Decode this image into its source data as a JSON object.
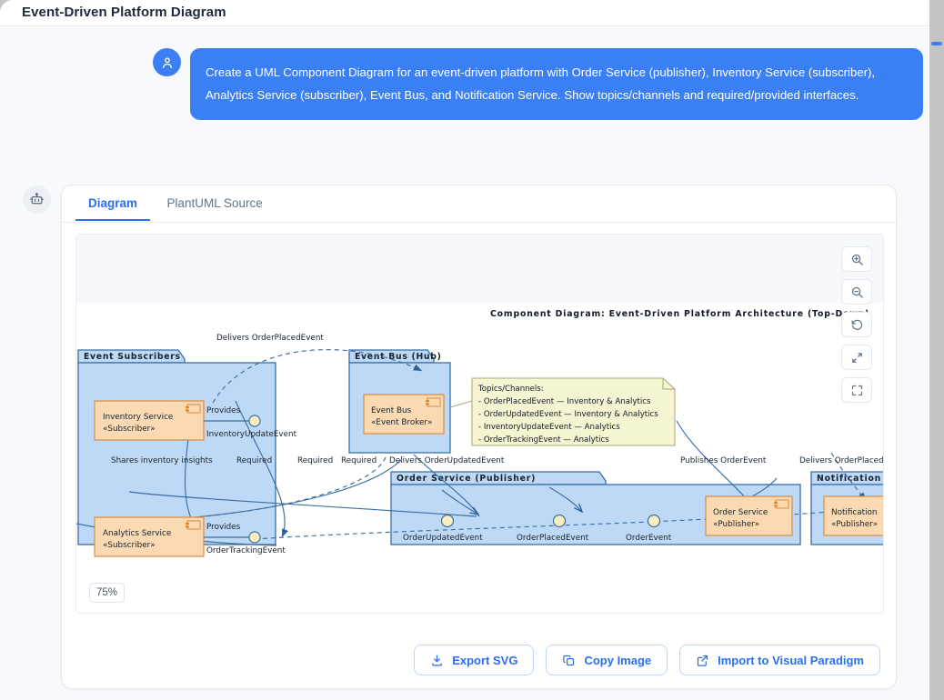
{
  "window": {
    "title": "Event-Driven Platform Diagram"
  },
  "conversation": {
    "user": {
      "avatar_icon": "user-icon",
      "message": "Create a UML Component Diagram for an event-driven platform with Order Service (publisher), Inventory Service (subscriber), Analytics Service (subscriber), Event Bus, and Notification Service. Show topics/channels and required/provided interfaces."
    },
    "assistant": {
      "avatar_icon": "robot-icon"
    }
  },
  "tabs": [
    {
      "label": "Diagram",
      "active": true
    },
    {
      "label": "PlantUML Source",
      "active": false
    }
  ],
  "canvas": {
    "zoom_label": "75%",
    "controls": [
      {
        "name": "zoom-in-button",
        "icon": "magnifier-plus-icon"
      },
      {
        "name": "zoom-out-button",
        "icon": "magnifier-minus-icon"
      },
      {
        "name": "reset-view-button",
        "icon": "rotate-ccw-icon"
      },
      {
        "name": "fit-to-screen-button",
        "icon": "expand-arrows-icon"
      },
      {
        "name": "fullscreen-button",
        "icon": "fullscreen-corners-icon"
      }
    ]
  },
  "diagram": {
    "title": "Component Diagram: Event-Driven Platform Architecture (Top-Down)",
    "packages": [
      {
        "id": "subscribers",
        "label": "Event Subscribers"
      },
      {
        "id": "eventbus",
        "label": "Event Bus (Hub)"
      },
      {
        "id": "orderservice",
        "label": "Order Service (Publisher)"
      },
      {
        "id": "notification",
        "label": "Notification S"
      }
    ],
    "components": [
      {
        "id": "inventory",
        "name": "Inventory Service",
        "stereotype": "«Subscriber»"
      },
      {
        "id": "analytics",
        "name": "Analytics Service",
        "stereotype": "«Subscriber»"
      },
      {
        "id": "bus",
        "name": "Event Bus",
        "stereotype": "«Event Broker»"
      },
      {
        "id": "order",
        "name": "Order Service",
        "stereotype": "«Publisher»"
      },
      {
        "id": "notif",
        "name": "Notification",
        "stereotype": "«Publisher»"
      }
    ],
    "note": {
      "heading": "Topics/Channels:",
      "lines": [
        "- OrderPlacedEvent — Inventory & Analytics",
        "- OrderUpdatedEvent — Inventory & Analytics",
        "- InventoryUpdateEvent — Analytics",
        "- OrderTrackingEvent — Analytics"
      ]
    },
    "interfaces": [
      {
        "id": "inventory-update",
        "label": "InventoryUpdateEvent",
        "kind": "provided",
        "role_label": "Provides"
      },
      {
        "id": "order-tracking",
        "label": "OrderTrackingEvent",
        "kind": "provided",
        "role_label": "Provides"
      },
      {
        "id": "order-updated",
        "label": "OrderUpdatedEvent",
        "kind": "provided",
        "role_label": ""
      },
      {
        "id": "order-placed",
        "label": "OrderPlacedEvent",
        "kind": "provided",
        "role_label": ""
      },
      {
        "id": "order-event",
        "label": "OrderEvent",
        "kind": "provided",
        "role_label": ""
      }
    ],
    "edge_labels": [
      "Delivers OrderPlacedEvent",
      "Shares inventory insights",
      "Required",
      "Required",
      "Required",
      "Delivers OrderUpdatedEvent",
      "Publishes OrderEvent",
      "Delivers OrderPlaced"
    ],
    "colors": {
      "package_fill": "#bed9f5",
      "package_border": "#3b6ea5",
      "component_fill": "#fbd9b2",
      "component_border": "#d98c3f",
      "note_fill": "#f5f5d2",
      "note_border": "#a8a878",
      "connector": "#3b6ea5",
      "interface_ball": "#fbeec0"
    }
  },
  "footer": {
    "buttons": [
      {
        "label": "Export SVG",
        "icon": "download-icon"
      },
      {
        "label": "Copy Image",
        "icon": "copy-icon"
      },
      {
        "label": "Import to Visual Paradigm",
        "icon": "external-link-icon"
      }
    ]
  }
}
